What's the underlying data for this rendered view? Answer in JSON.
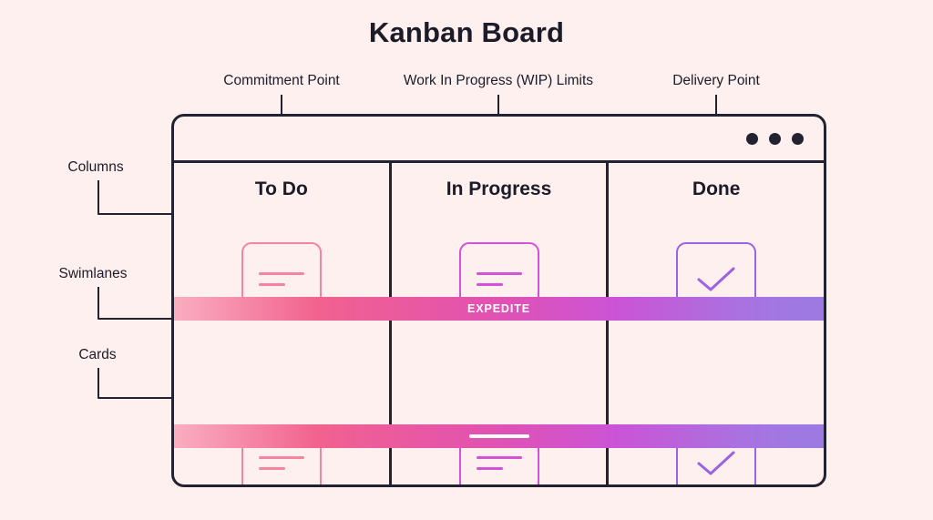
{
  "page": {
    "title": "Kanban Board",
    "background_color": "#FDF0EE",
    "ink_color": "#232231"
  },
  "annotations": {
    "top": [
      {
        "id": "commitment-point",
        "label": "Commitment Point",
        "points_to": "To Do"
      },
      {
        "id": "wip-limits",
        "label": "Work In Progress (WIP) Limits",
        "points_to": "In Progress"
      },
      {
        "id": "delivery-point",
        "label": "Delivery Point",
        "points_to": "Done"
      }
    ],
    "left": [
      {
        "id": "columns",
        "label": "Columns",
        "points_to": "column-headers"
      },
      {
        "id": "swimlanes",
        "label": "Swimlanes",
        "points_to": "expedite-swimlane"
      },
      {
        "id": "cards",
        "label": "Cards",
        "points_to": "todo-card-row-2"
      }
    ]
  },
  "window": {
    "dots": [
      "dot-1",
      "dot-2",
      "dot-3"
    ],
    "dot_color": "#232231"
  },
  "board": {
    "columns": [
      {
        "id": "todo",
        "header": "To Do",
        "accent": "#F6839F",
        "cards": [
          {
            "id": "todo-card-1",
            "type": "text-lines",
            "lines": 2
          },
          {
            "id": "todo-card-2",
            "type": "text-lines",
            "lines": 2
          }
        ]
      },
      {
        "id": "in-progress",
        "header": "In Progress",
        "accent": "#D451D8",
        "cards": [
          {
            "id": "progress-card-1",
            "type": "text-lines",
            "lines": 2
          },
          {
            "id": "progress-card-2",
            "type": "text-lines",
            "lines": 2
          }
        ]
      },
      {
        "id": "done",
        "header": "Done",
        "accent": "#9B63E0",
        "cards": [
          {
            "id": "done-card-1",
            "type": "check",
            "icon": "check-icon"
          },
          {
            "id": "done-card-2",
            "type": "check",
            "icon": "check-icon"
          }
        ]
      }
    ],
    "swimlanes": [
      {
        "id": "expedite",
        "label": "EXPEDITE",
        "has_label": true
      },
      {
        "id": "unnamed",
        "label": "",
        "has_label": false
      }
    ],
    "swimlane_gradient": {
      "from": "#FAAEC0",
      "mid": "#D451D8",
      "to": "#9B7BE2"
    }
  }
}
